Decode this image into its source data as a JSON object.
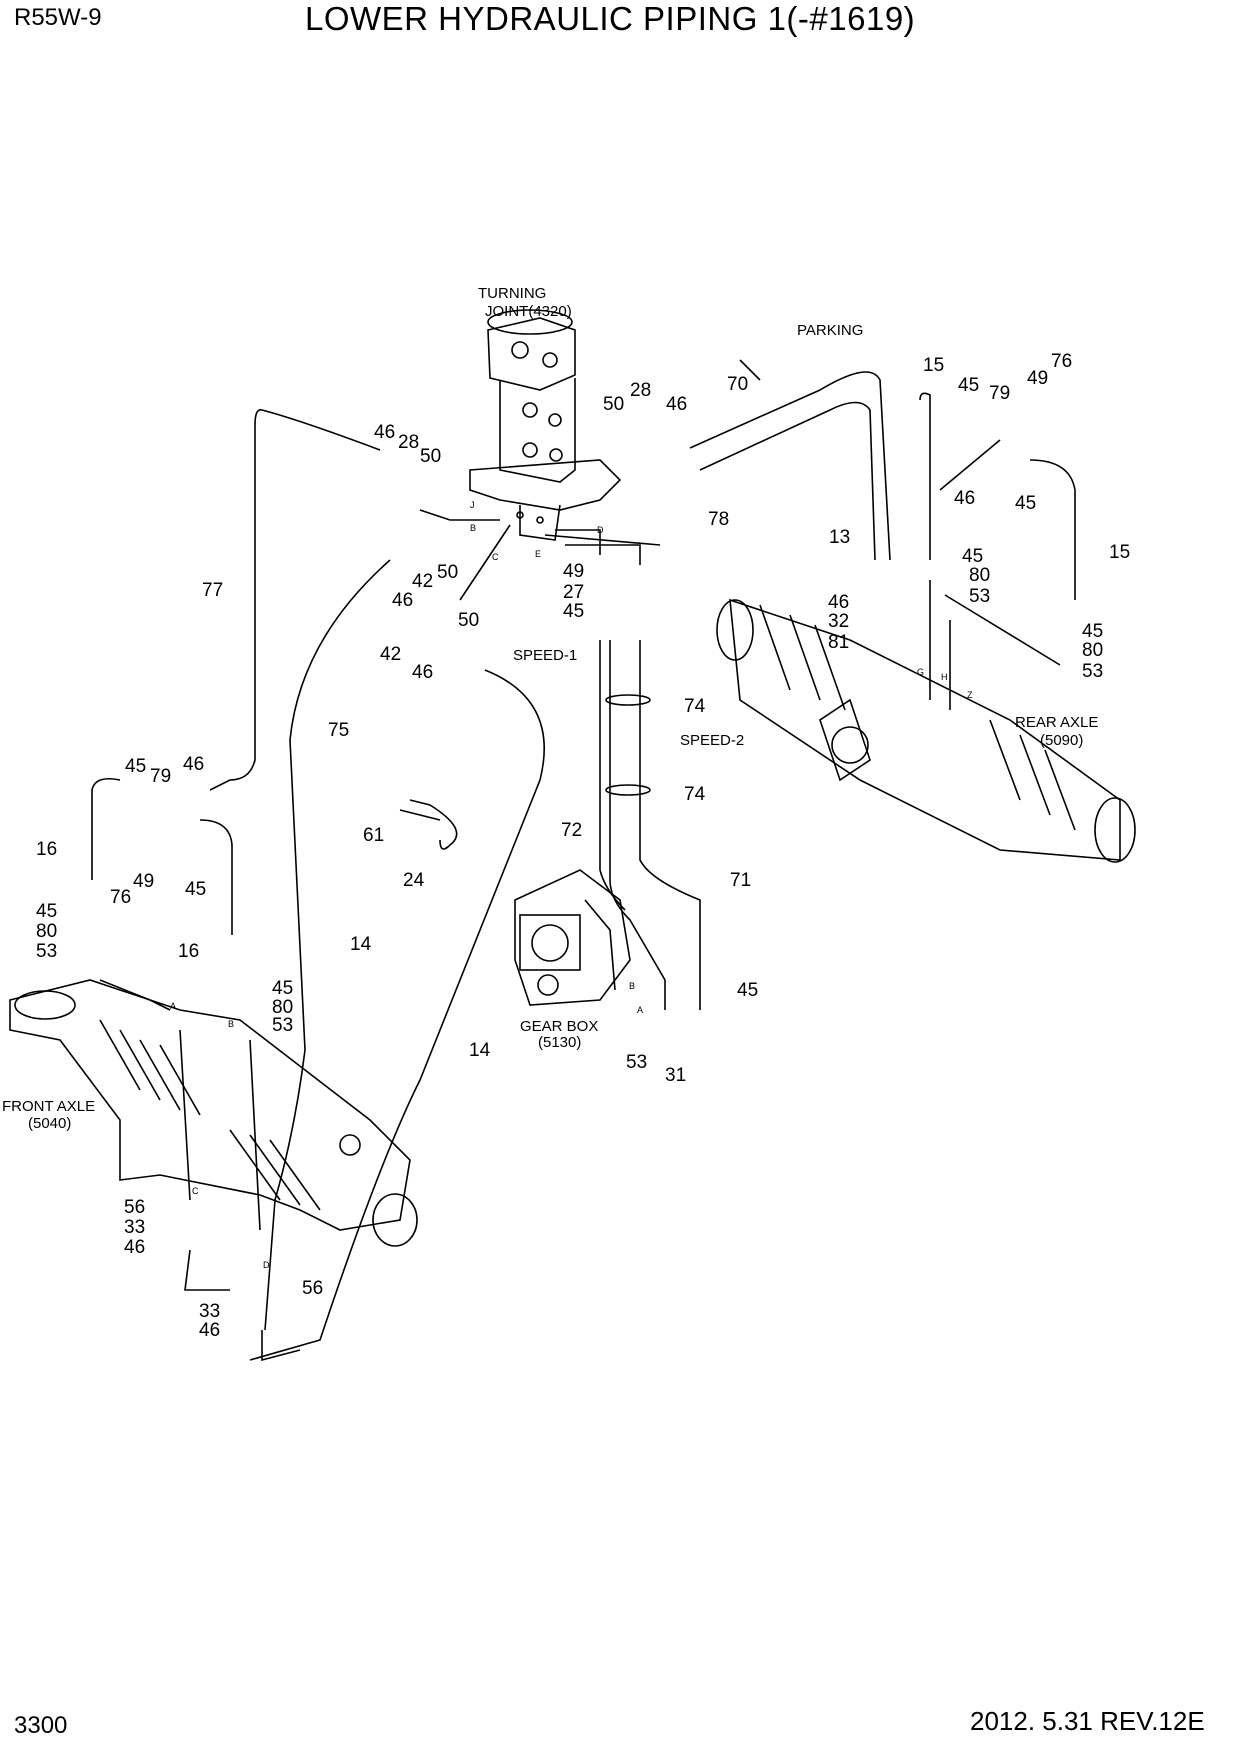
{
  "header": {
    "model": "R55W-9",
    "title": "LOWER HYDRAULIC PIPING 1(-#1619)"
  },
  "footer": {
    "page": "3300",
    "revision": "2012. 5.31 REV.12E"
  },
  "captions": {
    "turning_joint_1": "TURNING",
    "turning_joint_2": "JOINT(4320)",
    "parking": "PARKING",
    "speed_1": "SPEED-1",
    "speed_2": "SPEED-2",
    "rear_axle_1": "REAR AXLE",
    "rear_axle_2": "(5090)",
    "gear_box_1": "GEAR BOX",
    "gear_box_2": "(5130)",
    "front_axle_1": "FRONT AXLE",
    "front_axle_2": "(5040)"
  },
  "part_numbers": [
    "46",
    "28",
    "50",
    "77",
    "50",
    "28",
    "46",
    "70",
    "15",
    "45",
    "79",
    "49",
    "76",
    "42",
    "50",
    "46",
    "50",
    "49",
    "27",
    "45",
    "78",
    "13",
    "46",
    "45",
    "45",
    "15",
    "42",
    "46",
    "46",
    "32",
    "81",
    "80",
    "53",
    "45",
    "80",
    "53",
    "75",
    "74",
    "74",
    "45",
    "79",
    "46",
    "16",
    "49",
    "76",
    "45",
    "61",
    "24",
    "72",
    "71",
    "45",
    "80",
    "53",
    "16",
    "45",
    "80",
    "53",
    "14",
    "53",
    "31",
    "45",
    "14",
    "56",
    "33",
    "46",
    "56",
    "33",
    "46"
  ],
  "port_letters": [
    "J",
    "B",
    "C",
    "D",
    "E",
    "A",
    "B",
    "G",
    "H",
    "Z",
    "A",
    "B",
    "C",
    "D"
  ]
}
